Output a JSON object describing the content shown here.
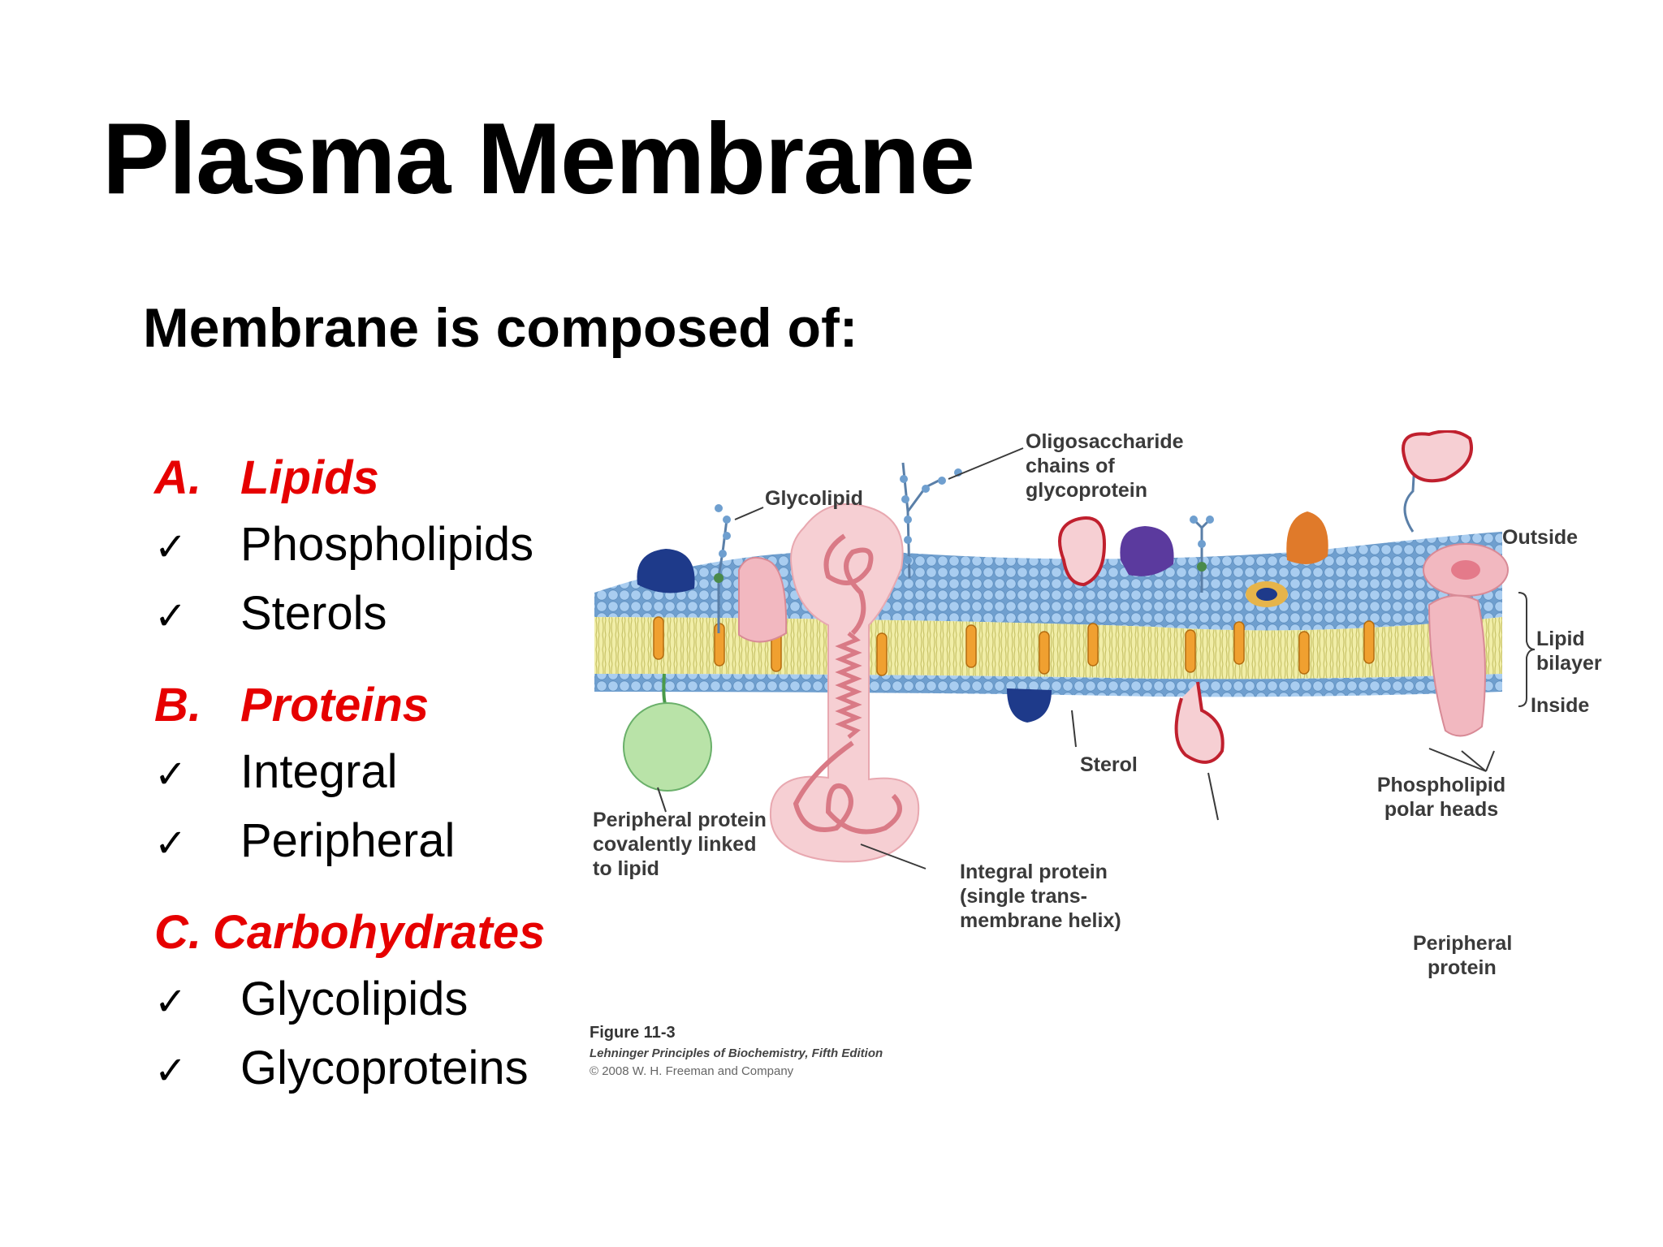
{
  "slide": {
    "title": "Plasma Membrane",
    "subtitle": "Membrane is composed of:",
    "sections": [
      {
        "letter": "A.",
        "heading": "Lipids",
        "items": [
          "Phospholipids",
          "Sterols"
        ]
      },
      {
        "letter": "B.",
        "heading": "Proteins",
        "items": [
          "Integral",
          "Peripheral"
        ]
      },
      {
        "letter": "C.",
        "heading": "Carbohydrates",
        "items": [
          "Glycolipids",
          "Glycoproteins"
        ]
      }
    ],
    "check_glyph": "✓"
  },
  "figure": {
    "labels": {
      "oligosaccharide_1": "Oligosaccharide",
      "oligosaccharide_2": "chains of",
      "oligosaccharide_3": "glycoprotein",
      "glycolipid": "Glycolipid",
      "outside": "Outside",
      "lipid_bilayer_1": "Lipid",
      "lipid_bilayer_2": "bilayer",
      "inside": "Inside",
      "phospholipid_heads_1": "Phospholipid",
      "phospholipid_heads_2": "polar heads",
      "sterol": "Sterol",
      "peripheral_protein_1": "Peripheral",
      "peripheral_protein_2": "protein",
      "peripheral_lipid_1": "Peripheral protein",
      "peripheral_lipid_2": "covalently linked",
      "peripheral_lipid_3": "to lipid",
      "integral_1": "Integral protein",
      "integral_2": "(single trans-",
      "integral_3": "membrane helix)"
    },
    "caption": {
      "figure": "Figure 11-3",
      "book": "Lehninger Principles of Biochemistry, Fifth Edition",
      "copyright": "© 2008 W. H. Freeman and Company"
    },
    "colors": {
      "lipid_head": "#8fb8e0",
      "tail_band": "#ece9a0",
      "sterol": "#f0a030",
      "protein_pink": "#f2b8c0",
      "protein_navy": "#1e3a8a",
      "protein_purple": "#5b3a9e",
      "protein_orange": "#e07a2a",
      "protein_green": "#b9e3a8",
      "heading_red": "#e60000"
    }
  }
}
